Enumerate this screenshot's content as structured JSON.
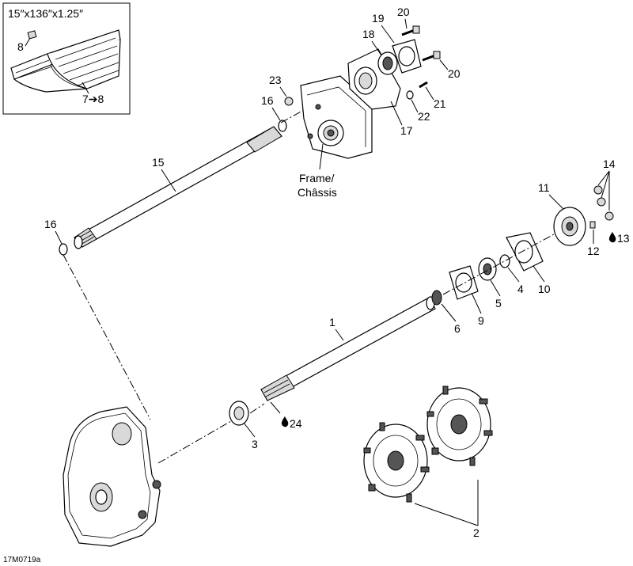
{
  "diagram": {
    "inset": {
      "title": "15″x136″x1.25″",
      "label_a": "8",
      "label_b": "7➔8"
    },
    "frame_label_line1": "Frame/",
    "frame_label_line2": "Châssis",
    "callouts": {
      "c1": "1",
      "c2": "2",
      "c3": "3",
      "c4": "4",
      "c5": "5",
      "c6": "6",
      "c9": "9",
      "c10": "10",
      "c11": "11",
      "c12": "12",
      "c13": "13",
      "c14": "14",
      "c15": "15",
      "c16a": "16",
      "c16b": "16",
      "c17": "17",
      "c18": "18",
      "c19": "19",
      "c20a": "20",
      "c20b": "20",
      "c21": "21",
      "c22": "22",
      "c23": "23",
      "c24": "24"
    },
    "figure_code": "17M0719a",
    "icons": {
      "lubricant": "oil-drop-icon"
    }
  }
}
